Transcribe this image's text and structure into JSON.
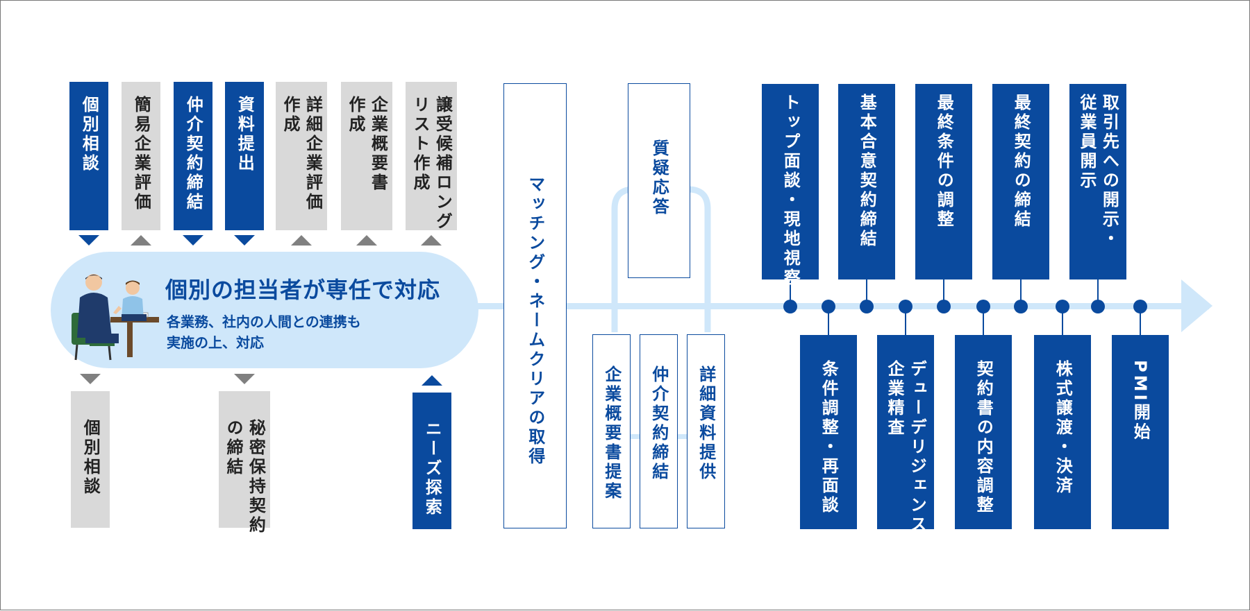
{
  "top_steps": [
    {
      "label": "個別相談",
      "style": "blue",
      "arrow": "down"
    },
    {
      "label": "簡易企業評価",
      "style": "gray",
      "arrow": "up"
    },
    {
      "label": "仲介契約締結",
      "style": "blue",
      "arrow": "down"
    },
    {
      "label": "資料提出",
      "style": "blue",
      "arrow": "down"
    },
    {
      "label": "詳細企業評価\n作成",
      "style": "gray",
      "arrow": "up"
    },
    {
      "label": "企業概要書\n作成",
      "style": "gray",
      "arrow": "up"
    },
    {
      "label": "譲受候補ロング\nリスト作成",
      "style": "gray",
      "arrow": "up"
    }
  ],
  "bottom_steps": [
    {
      "label": "個別相談",
      "style": "gray",
      "arrow": "down"
    },
    {
      "label": "秘密保持契約\nの締結",
      "style": "gray",
      "arrow": "down"
    },
    {
      "label": "ニーズ探索",
      "style": "blue",
      "arrow": "up"
    }
  ],
  "center": {
    "title": "個別の担当者が専任で対応",
    "description": "各業務、社内の人間との連携も\n実施の上、対応"
  },
  "matching": {
    "label": "マッチング・ネームクリアの取得"
  },
  "qa": {
    "label": "質疑応答"
  },
  "proposal_steps": [
    "企業概要書提案",
    "仲介契約締結",
    "詳細資料提供"
  ],
  "upper_timeline": [
    "トップ面談・現地視察",
    "基本合意契約締結",
    "最終条件の調整",
    "最終契約の締結",
    "取引先への開示・\n従業員開示"
  ],
  "lower_timeline": [
    "条件調整・再面談",
    "デューデリジェンス・\n企業精査",
    "契約書の内容調整",
    "株式譲渡・決済",
    "PMI開始"
  ],
  "colors": {
    "navy": "#0a4a9e",
    "gray": "#d9d9d9",
    "light_blue": "#cfe7fa",
    "line_blue": "#cfe7fa",
    "arrow_gray": "#808080"
  }
}
